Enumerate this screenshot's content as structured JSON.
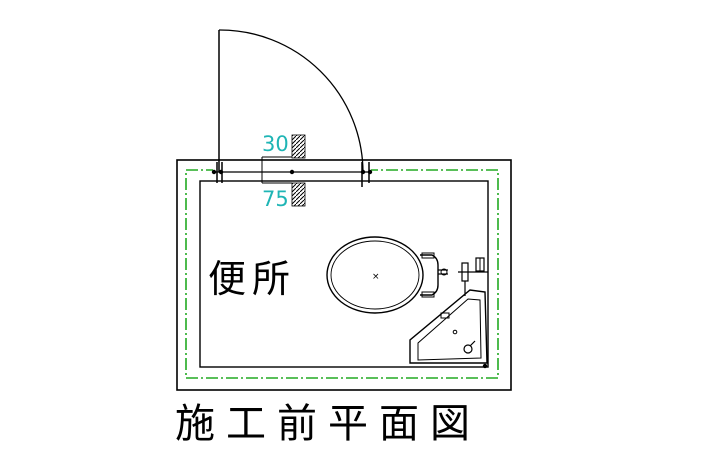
{
  "room": {
    "label": "便所"
  },
  "dimensions": {
    "upper": "30",
    "lower": "75"
  },
  "title": "施工前平面図",
  "colors": {
    "line": "#000000",
    "dimension_text": "#1fb5b5",
    "boundary_dash": "#22aa22"
  },
  "fixtures": {
    "toilet": "toilet-fixture",
    "sink": "corner-sink-fixture",
    "door": "swing-door"
  }
}
